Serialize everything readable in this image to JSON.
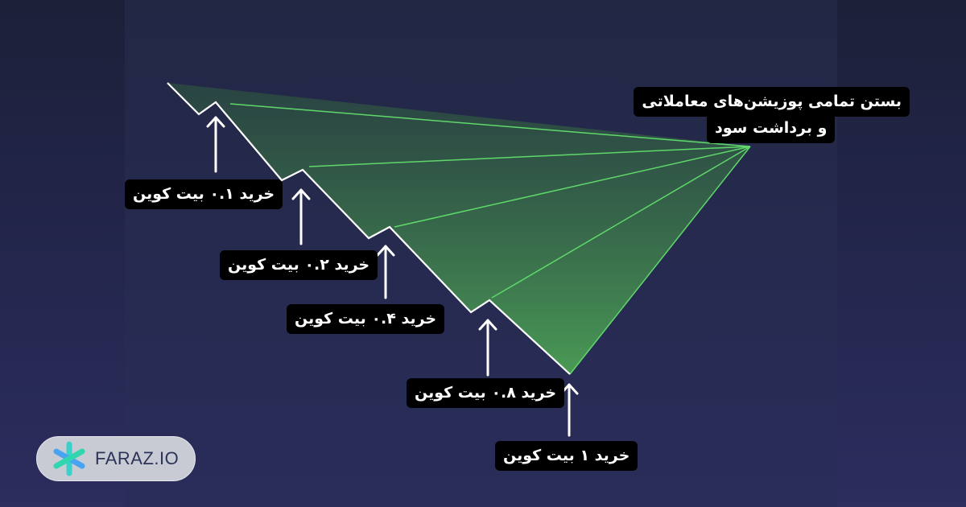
{
  "diagram": {
    "title_line1": "بستن تمامی پوزیشن‌های معاملاتی",
    "title_line2": "و برداشت سود",
    "buy_labels": [
      "خرید ۰.۱ بیت کوین",
      "خرید ۰.۲ بیت کوین",
      "خرید ۰.۴ بیت کوین",
      "خرید ۰.۸ بیت کوین",
      "خرید ۱ بیت کوین"
    ]
  },
  "logo": {
    "text": "FARAZ.IO",
    "icon": "asterisk-logo-icon"
  },
  "colors": {
    "green_line": "#5fd86a",
    "price_line": "#ffffff",
    "label_bg": "#000000"
  }
}
